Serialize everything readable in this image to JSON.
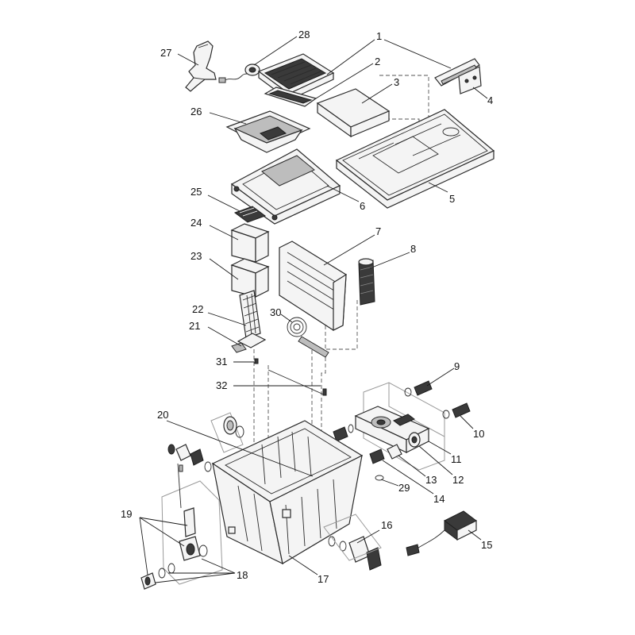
{
  "callouts": [
    {
      "id": "1",
      "label": "1"
    },
    {
      "id": "2",
      "label": "2"
    },
    {
      "id": "3",
      "label": "3"
    },
    {
      "id": "4",
      "label": "4"
    },
    {
      "id": "5",
      "label": "5"
    },
    {
      "id": "6",
      "label": "6"
    },
    {
      "id": "7",
      "label": "7"
    },
    {
      "id": "8",
      "label": "8"
    },
    {
      "id": "9",
      "label": "9"
    },
    {
      "id": "10",
      "label": "10"
    },
    {
      "id": "11",
      "label": "11"
    },
    {
      "id": "12",
      "label": "12"
    },
    {
      "id": "13",
      "label": "13"
    },
    {
      "id": "14",
      "label": "14"
    },
    {
      "id": "15",
      "label": "15"
    },
    {
      "id": "16",
      "label": "16"
    },
    {
      "id": "17",
      "label": "17"
    },
    {
      "id": "18",
      "label": "18"
    },
    {
      "id": "19",
      "label": "19"
    },
    {
      "id": "20",
      "label": "20"
    },
    {
      "id": "21",
      "label": "21"
    },
    {
      "id": "22",
      "label": "22"
    },
    {
      "id": "23",
      "label": "23"
    },
    {
      "id": "24",
      "label": "24"
    },
    {
      "id": "25",
      "label": "25"
    },
    {
      "id": "26",
      "label": "26"
    },
    {
      "id": "27",
      "label": "27"
    },
    {
      "id": "28",
      "label": "28"
    },
    {
      "id": "29",
      "label": "29"
    },
    {
      "id": "30",
      "label": "30"
    },
    {
      "id": "31",
      "label": "31"
    },
    {
      "id": "32",
      "label": "32"
    }
  ],
  "colors": {
    "line": "#2a2a2a",
    "part_fill": "#f4f4f4",
    "dark_fill": "#3a3a3a",
    "background": "#ffffff"
  }
}
